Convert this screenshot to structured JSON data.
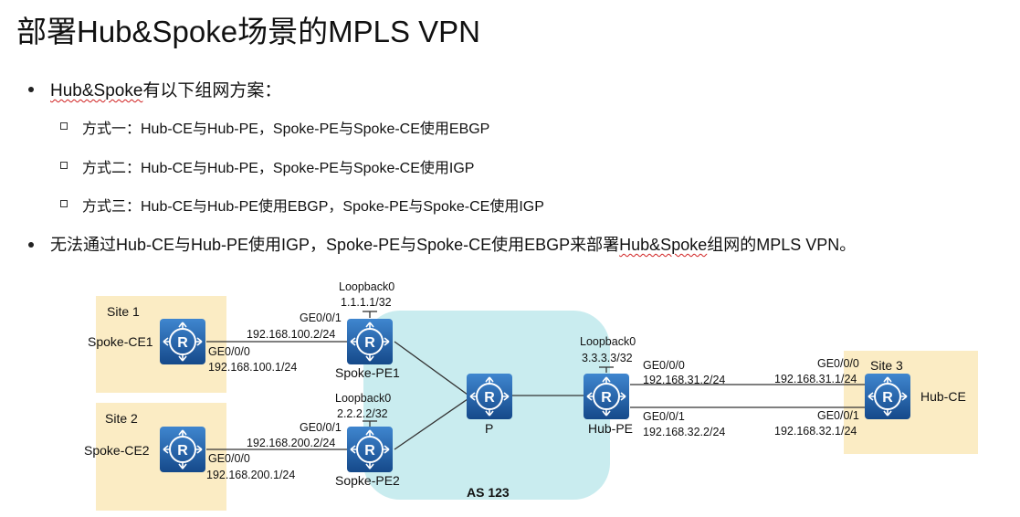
{
  "title": "部署Hub&Spoke场景的MPLS VPN",
  "bullets": {
    "b1_prefix": "Hub&Spoke",
    "b1_suffix": "有以下组网方案：",
    "options": [
      "方式一：Hub-CE与Hub-PE，Spoke-PE与Spoke-CE使用EBGP",
      "方式二：Hub-CE与Hub-PE，Spoke-PE与Spoke-CE使用IGP",
      "方式三：Hub-CE与Hub-PE使用EBGP，Spoke-PE与Spoke-CE使用IGP"
    ],
    "b2_prefix": "无法通过Hub-CE与Hub-PE使用IGP，Spoke-PE与Spoke-CE使用EBGP来部署",
    "b2_wavy": "Hub&Spoke",
    "b2_suffix": "组网的MPLS VPN。"
  },
  "diagram": {
    "colors": {
      "site": "#fbecc4",
      "as": "#c9ecef",
      "router": "#1e5fa8",
      "link": "#333333"
    },
    "as_label": "AS 123",
    "sites": {
      "site1": "Site 1",
      "site2": "Site 2",
      "site3": "Site 3"
    },
    "routers": {
      "spoke_ce1": "Spoke-CE1",
      "spoke_ce2": "Spoke-CE2",
      "spoke_pe1": "Spoke-PE1",
      "spoke_pe2": "Sopke-PE2",
      "p": "P",
      "hub_pe": "Hub-PE",
      "hub_ce": "Hub-CE"
    },
    "router_glyph": "R",
    "labels": {
      "pe1_loopback": "Loopback0",
      "pe1_loopback_ip": "1.1.1.1/32",
      "pe1_if": "GE0/0/1",
      "pe1_ip": "192.168.100.2/24",
      "ce1_if": "GE0/0/0",
      "ce1_ip": "192.168.100.1/24",
      "pe2_loopback": "Loopback0",
      "pe2_loopback_ip": "2.2.2.2/32",
      "pe2_if": "GE0/0/1",
      "pe2_ip": "192.168.200.2/24",
      "ce2_if": "GE0/0/0",
      "ce2_ip": "192.168.200.1/24",
      "hubpe_loopback": "Loopback0",
      "hubpe_loopback_ip": "3.3.3.3/32",
      "hubpe_if0": "GE0/0/0",
      "hubpe_ip0": "192.168.31.2/24",
      "hubpe_if1": "GE0/0/1",
      "hubpe_ip1": "192.168.32.2/24",
      "hubce_if0": "GE0/0/0",
      "hubce_ip0": "192.168.31.1/24",
      "hubce_if1": "GE0/0/1",
      "hubce_ip1": "192.168.32.1/24"
    }
  }
}
